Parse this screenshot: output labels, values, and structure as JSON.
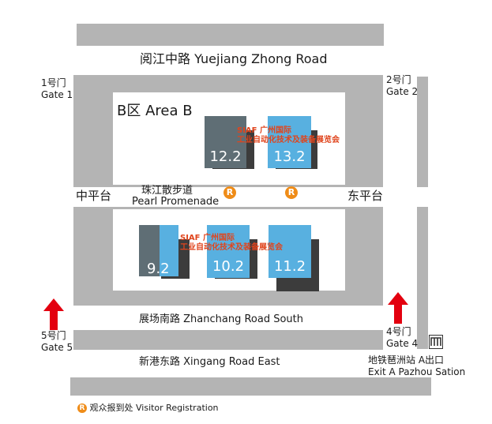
{
  "roads": {
    "top": "阅江中路   Yuejiang Zhong Road",
    "promenade_cn": "珠江散步道",
    "promenade_en": "Pearl Promenade",
    "south": "展场南路   Zhanchang Road South",
    "bottom": "新港东路   Xingang Road East"
  },
  "platforms": {
    "left": "中平台",
    "right": "东平台"
  },
  "area_label": "B区 Area B",
  "gates": {
    "gate1": "1号门\nGate 1",
    "gate2": "2号门\nGate 2",
    "gate4": "4号门\nGate 4",
    "gate5": "5号门\nGate 5"
  },
  "metro": {
    "icon": "metro-icon",
    "label_cn": "地铁琶洲站 A出口",
    "label_en": "Exit A Pazhou Sation"
  },
  "halls": [
    {
      "id": "12.2",
      "label": "12.2",
      "color": "#5f6e75"
    },
    {
      "id": "13.2",
      "label": "13.2",
      "color": "#58b0e0"
    },
    {
      "id": "9.2",
      "label": "9.2",
      "color": "#5f6e75"
    },
    {
      "id": "10.2",
      "label": "10.2",
      "color": "#58b0e0"
    },
    {
      "id": "11.2",
      "label": "11.2",
      "color": "#58b0e0"
    }
  ],
  "event_upper": "SIAF 广州国际\n工业自动化技术及装备展览会",
  "event_lower": "SIAF 广州国际\n工业自动化技术及装备展览会",
  "registration_badge": "R",
  "legend": {
    "badge": "R",
    "text": "观众报到处 Visitor Registration"
  },
  "colors": {
    "road": "#b4b4b4",
    "hall_dark": "#5f6e75",
    "hall_blue": "#58b0e0",
    "shadow": "#3c3c3c",
    "registration": "#ef8c18",
    "event_text": "#e0441c",
    "arrow": "#e3000f"
  }
}
